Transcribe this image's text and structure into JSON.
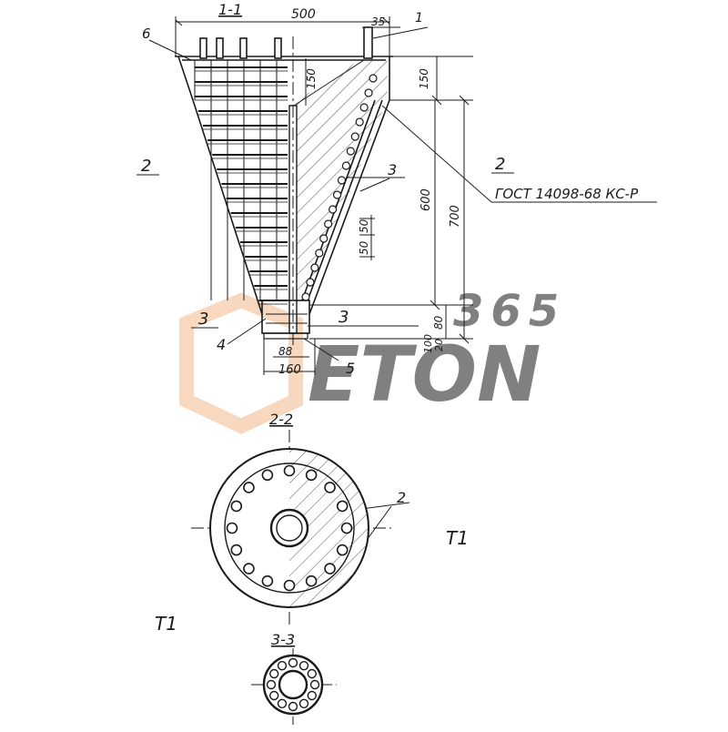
{
  "section_titles": {
    "s1": "1-1",
    "s2": "2-2",
    "s3": "3-3"
  },
  "dimensions": {
    "top_width": "500",
    "top_offset": "35",
    "d150_left": "150",
    "d150_right": "150",
    "d600": "600",
    "d700": "700",
    "d50_a": "50",
    "d50_b": "50",
    "d80": "80",
    "d100": "100",
    "d20": "20",
    "d88": "88",
    "d160": "160"
  },
  "callouts": {
    "c1": "1",
    "c6": "6",
    "c3": "3",
    "c4": "4",
    "c5": "5",
    "c2_plan": "2"
  },
  "section_marks": {
    "left2": "2",
    "right2": "2",
    "left3": "3",
    "right3": "3"
  },
  "standard_note": "ГОСТ 14098-68 КС-Р",
  "weld_marks": {
    "a": "Т1",
    "b": "Т1"
  },
  "watermark": {
    "digits": "365",
    "word": "ETON"
  },
  "colors": {
    "ink": "#1a1a1a",
    "watermark_orange": "#f2b98a",
    "watermark_grey": "#d4d4d4"
  }
}
